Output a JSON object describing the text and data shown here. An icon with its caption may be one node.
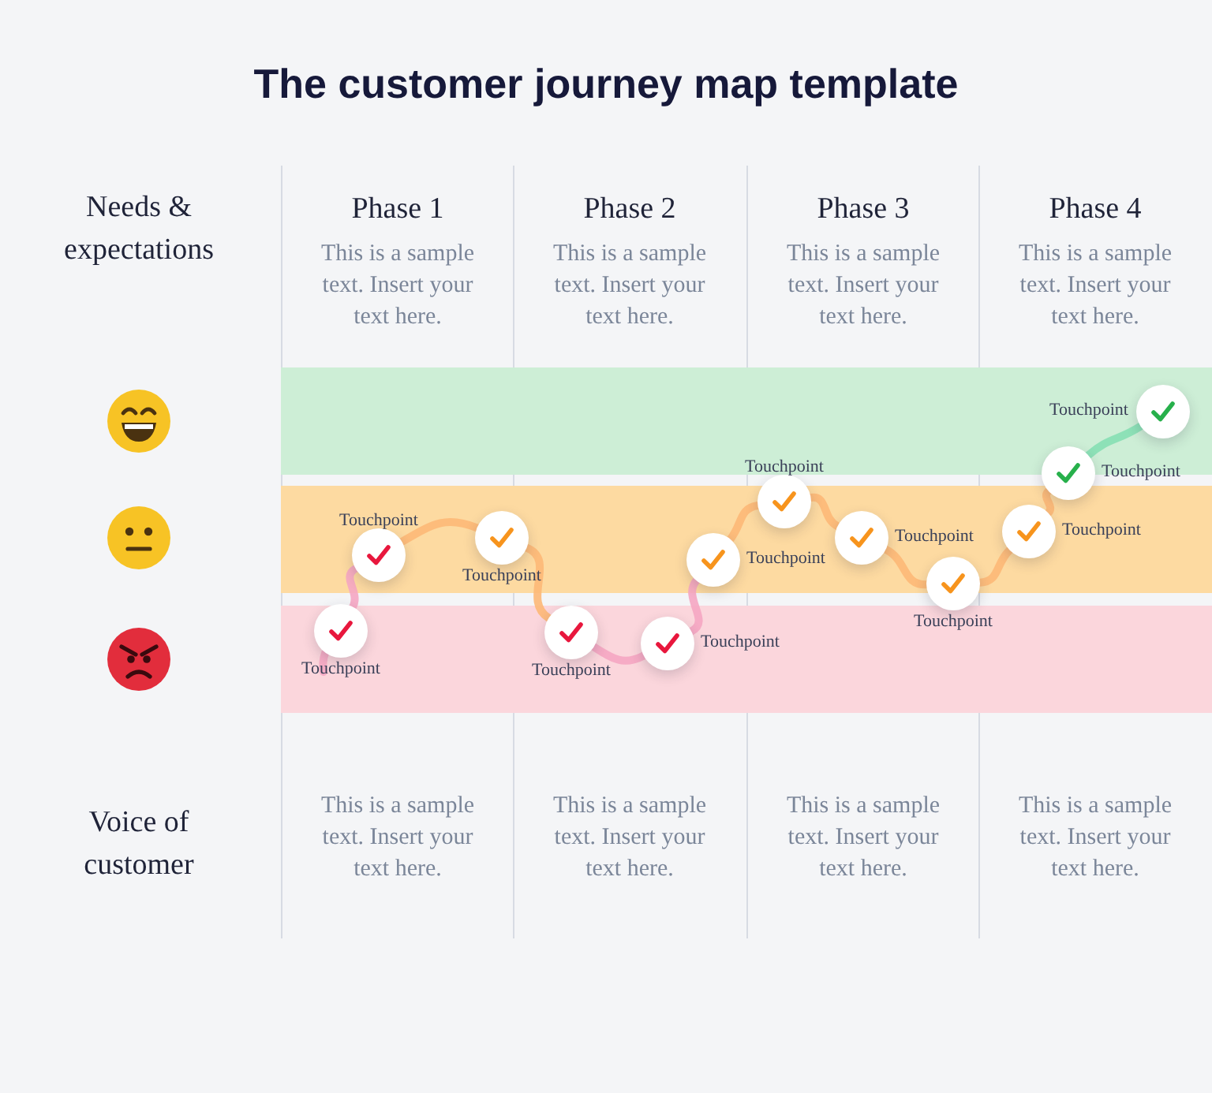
{
  "diagram": {
    "title": "The customer journey map template",
    "nodes": [
      {
        "text": [],
        "shape": "circle",
        "beside": [
          "Touchpoint"
        ]
      },
      {
        "text": [],
        "shape": "circle",
        "beside": [
          "Touchpoint"
        ]
      },
      {
        "text": [],
        "shape": "circle",
        "beside": [
          "Touchpoint"
        ]
      },
      {
        "text": [],
        "shape": "circle",
        "beside": [
          "Touchpoint"
        ]
      },
      {
        "text": [],
        "shape": "circle",
        "beside": [
          "Touchpoint"
        ]
      },
      {
        "text": [],
        "shape": "circle",
        "beside": [
          "Touchpoint"
        ]
      },
      {
        "text": [],
        "shape": "circle",
        "beside": [
          "Touchpoint"
        ]
      },
      {
        "text": [],
        "shape": "circle",
        "beside": [
          "Touchpoint"
        ]
      },
      {
        "text": [],
        "shape": "circle",
        "beside": [
          "Touchpoint"
        ]
      },
      {
        "text": [],
        "shape": "circle",
        "beside": [
          "Touchpoint"
        ]
      },
      {
        "text": [],
        "shape": "circle",
        "beside": [
          "Touchpoint"
        ]
      },
      {
        "text": [],
        "shape": "circle",
        "beside": [
          "Touchpoint"
        ]
      }
    ],
    "edges": [
      {
        "from": 0,
        "to": 1,
        "arrow": "none",
        "color": "#f5a6c2"
      },
      {
        "from": 1,
        "to": 2,
        "arrow": "none"
      },
      {
        "from": 2,
        "to": 3,
        "arrow": "none"
      },
      {
        "from": 3,
        "to": 4,
        "arrow": "none",
        "color": "#f5a6c2"
      },
      {
        "from": 4,
        "to": 5,
        "arrow": "none",
        "color": "#f5a6c2"
      },
      {
        "from": 5,
        "to": 6,
        "arrow": "none"
      },
      {
        "from": 6,
        "to": 7,
        "arrow": "none"
      },
      {
        "from": 7,
        "to": 8,
        "arrow": "none"
      },
      {
        "from": 8,
        "to": 9,
        "arrow": "none"
      },
      {
        "from": 9,
        "to": 10,
        "arrow": "none"
      },
      {
        "from": 10,
        "to": 11,
        "arrow": "none",
        "color": "#86dfb4"
      }
    ],
    "labels": [
      "Needs & expectations",
      "Phase 1",
      "This is a sample text. Insert your text here.",
      "Phase 2",
      "This is a sample text. Insert your text here.",
      "Phase 3",
      "This is a sample text. Insert your text here.",
      "Phase 4",
      "This is a sample text. Insert your text here.",
      "Voice of customer",
      "This is a sample text. Insert your text here.",
      "This is a sample text. Insert your text here.",
      "This is a sample text. Insert your text here.",
      "This is a sample text. Insert your text here."
    ]
  }
}
